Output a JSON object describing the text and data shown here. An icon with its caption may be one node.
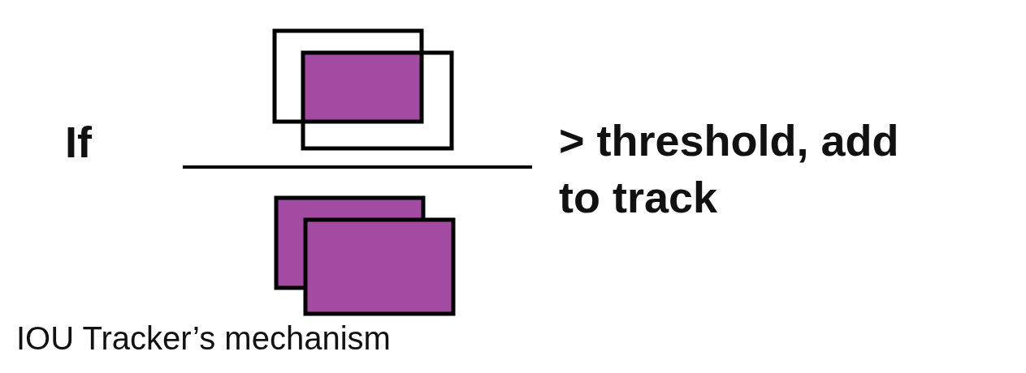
{
  "diagram": {
    "caption": "IOU Tracker’s mechanism",
    "labels": [
      "If",
      "> threshold, add to track"
    ]
  }
}
